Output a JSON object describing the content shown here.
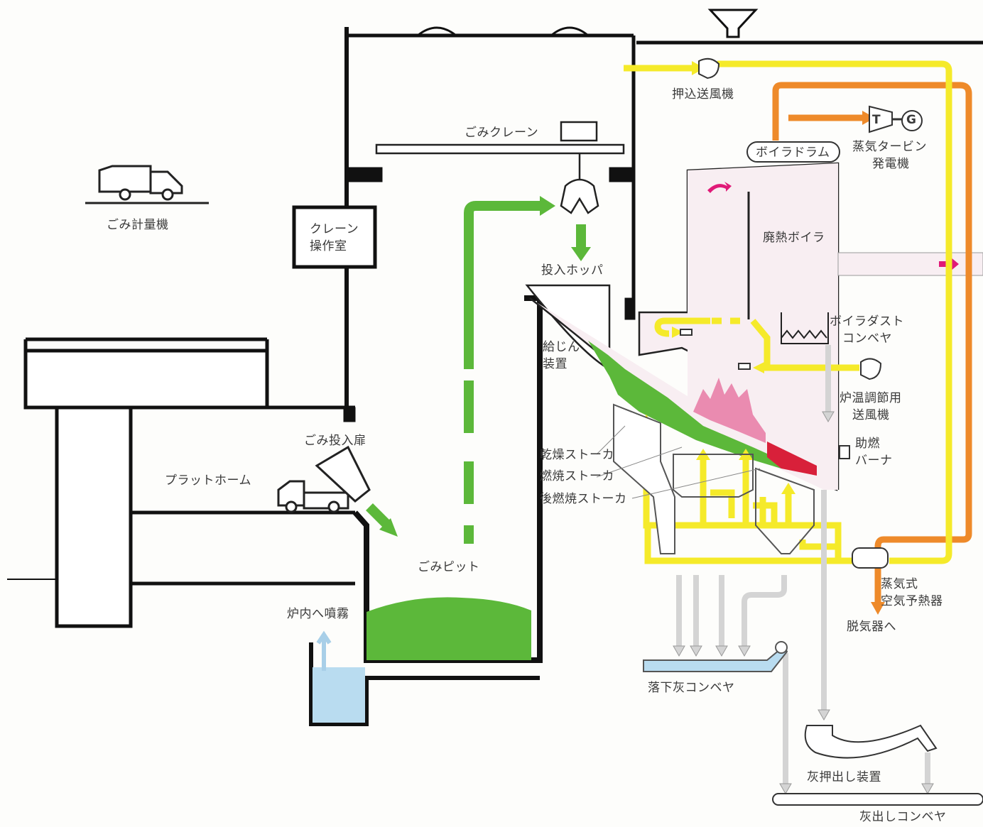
{
  "labels": {
    "weighbridge": "ごみ計量機",
    "crane_room_1": "クレーン",
    "crane_room_2": "操作室",
    "platform": "プラットホーム",
    "dump_door": "ごみ投入扉",
    "pit": "ごみピット",
    "spray": "炉内へ噴霧",
    "crane": "ごみクレーン",
    "hopper": "投入ホッパ",
    "feeder_1": "給じん",
    "feeder_2": "装置",
    "dry_stoker": "乾燥ストーカ",
    "burn_stoker": "燃焼ストーカ",
    "post_stoker": "後燃焼ストーカ",
    "push_fan": "押込送風機",
    "boiler_drum": "ボイラドラム",
    "turbine_1": "蒸気タービン",
    "turbine_2": "発電機",
    "waste_boiler": "廃熱ボイラ",
    "dust_conv_1": "ボイラダスト",
    "dust_conv_2": "コンベヤ",
    "temp_fan_1": "炉温調節用",
    "temp_fan_2": "送風機",
    "burner_1": "助燃",
    "burner_2": "バーナ",
    "air_heater_1": "蒸気式",
    "air_heater_2": "空気予熱器",
    "deaerator": "脱気器へ",
    "ash_conv": "落下灰コンベヤ",
    "ash_push": "灰押出し装置",
    "ash_out": "灰出しコンベヤ",
    "turbine_T": "T",
    "generator_G": "G"
  },
  "colors": {
    "air_line": "#f5ea2a",
    "steam_line": "#ee8a2a",
    "waste": "#5cb83a",
    "ash_line": "#d4d4d4",
    "flame": "#e880a8",
    "hot_zone": "#d8203a",
    "water": "#b9dcf0",
    "flue_arrow": "#e01a78"
  }
}
